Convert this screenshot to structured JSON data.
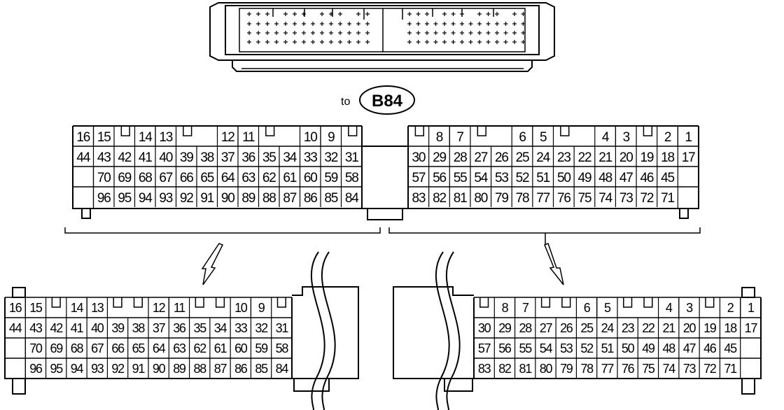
{
  "connector_ref": {
    "prefix": "to",
    "id": "B84"
  },
  "pins": {
    "row1_left": [
      "16",
      "15",
      "14",
      "13",
      "12",
      "11",
      "10",
      "9"
    ],
    "row1_right": [
      "8",
      "7",
      "6",
      "5",
      "4",
      "3",
      "2",
      "1"
    ],
    "row2_left": [
      "44",
      "43",
      "42",
      "41",
      "40",
      "39",
      "38",
      "37",
      "36",
      "35",
      "34",
      "33",
      "32",
      "31"
    ],
    "row2_right": [
      "30",
      "29",
      "28",
      "27",
      "26",
      "25",
      "24",
      "23",
      "22",
      "21",
      "20",
      "19",
      "18",
      "17"
    ],
    "row3_left": [
      "70",
      "69",
      "68",
      "67",
      "66",
      "65",
      "64",
      "63",
      "62",
      "61",
      "60",
      "59",
      "58"
    ],
    "row3_right": [
      "57",
      "56",
      "55",
      "54",
      "53",
      "52",
      "51",
      "50",
      "49",
      "48",
      "47",
      "46",
      "45"
    ],
    "row4_left": [
      "96",
      "95",
      "94",
      "93",
      "92",
      "91",
      "90",
      "89",
      "88",
      "87",
      "86",
      "85",
      "84"
    ],
    "row4_right": [
      "83",
      "82",
      "81",
      "80",
      "79",
      "78",
      "77",
      "76",
      "75",
      "74",
      "73",
      "72",
      "71"
    ]
  }
}
